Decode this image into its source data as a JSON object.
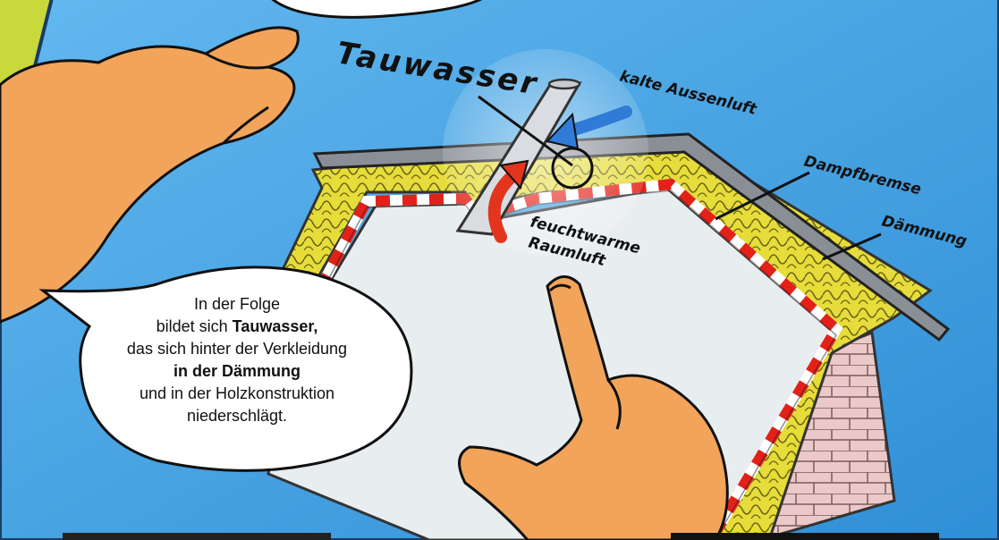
{
  "diagram": {
    "title": "Tauwasser",
    "labels": {
      "cold_air": "kalte Aussenluft",
      "vapor_barrier": "Dampfbremse",
      "insulation": "Dämmung",
      "warm_air_line1": "feuchtwarme",
      "warm_air_line2": "Raumluft"
    }
  },
  "speech_bubble": {
    "line1": "In der Folge",
    "line2_prefix": "bildet sich ",
    "line2_bold": "Tauwasser,",
    "line3": "das sich hinter der Verkleidung",
    "line4_bold": "in der Dämmung",
    "line5": "und in der Holzkonstruktion",
    "line6": "niederschlägt."
  },
  "colors": {
    "background": "#c9d83a",
    "paper": "#4aa9e6",
    "room": "#e8edf0",
    "insulation": "#e6dc3a",
    "roof": "#8a8f96",
    "vapor_barrier_red": "#e32119",
    "skin": "#f2a45a",
    "cold_arrow": "#2f7bd6",
    "warm_arrow": "#e3341d"
  }
}
